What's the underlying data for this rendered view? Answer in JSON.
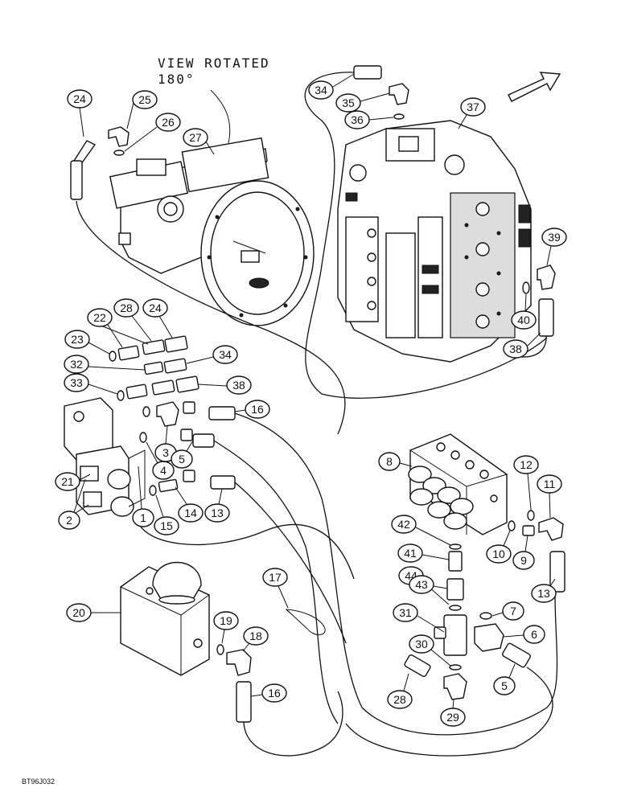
{
  "header": {
    "view_line1": "VIEW ROTATED",
    "view_line2": "180°"
  },
  "footer": {
    "code": "BT96J032"
  },
  "callouts": {
    "c1": "1",
    "c2": "2",
    "c3": "3",
    "c4": "4",
    "c5a": "5",
    "c5b": "5",
    "c6": "6",
    "c7": "7",
    "c8": "8",
    "c9": "9",
    "c10": "10",
    "c11": "11",
    "c12": "12",
    "c13a": "13",
    "c13b": "13",
    "c14": "14",
    "c15": "15",
    "c16a": "16",
    "c16b": "16",
    "c17": "17",
    "c18": "18",
    "c19": "19",
    "c20": "20",
    "c21": "21",
    "c22": "22",
    "c23": "23",
    "c24a": "24",
    "c24b": "24",
    "c25": "25",
    "c26": "26",
    "c27": "27",
    "c28a": "28",
    "c28b": "28",
    "c29": "29",
    "c30": "30",
    "c31": "31",
    "c32": "32",
    "c33": "33",
    "c34a": "34",
    "c34b": "34",
    "c35": "35",
    "c36": "36",
    "c37": "37",
    "c38a": "38",
    "c38b": "38",
    "c39": "39",
    "c40": "40",
    "c41": "41",
    "c42": "42",
    "c43": "43",
    "c44": "44"
  }
}
